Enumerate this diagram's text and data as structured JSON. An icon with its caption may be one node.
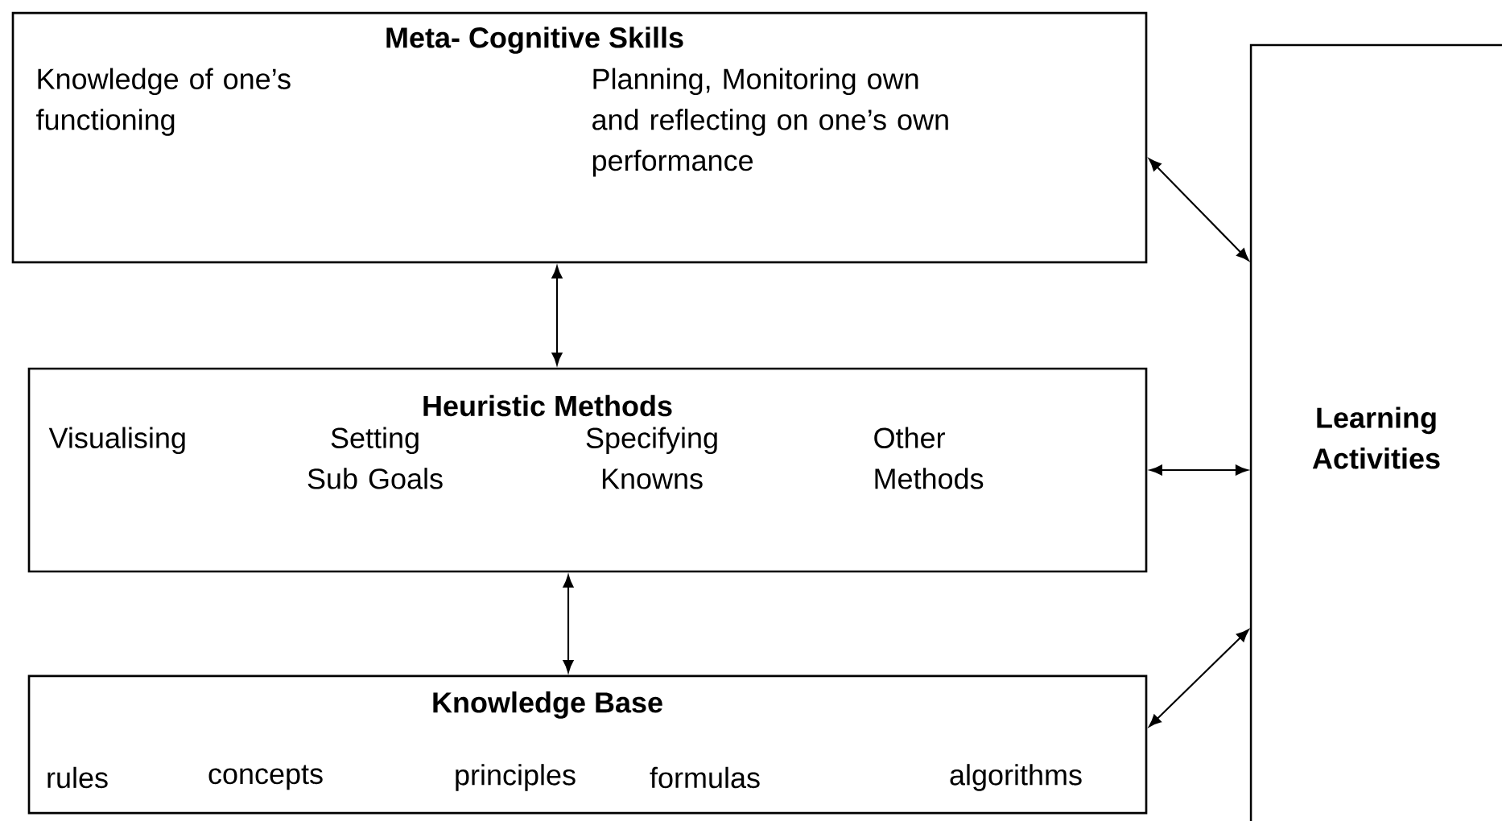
{
  "diagram": {
    "nodes": [
      {
        "text": [
          "Meta- Cognitive Skills",
          "Knowledge of one’s functioning",
          "Planning, Monitoring own and reflecting on one’s own performance"
        ]
      },
      {
        "text": [
          "Heuristic Methods",
          "Visualising",
          "Setting Sub Goals",
          "Specifying Knowns",
          "Other Methods"
        ]
      },
      {
        "text": [
          "Knowledge Base",
          "rules",
          "concepts",
          "principles",
          "formulas",
          "algorithms"
        ]
      },
      {
        "text": [
          "Learning Activities"
        ]
      }
    ],
    "edges": [
      {
        "from": 0,
        "to": 1,
        "arrow": "both"
      },
      {
        "from": 1,
        "to": 2,
        "arrow": "both"
      },
      {
        "from": 0,
        "to": 3,
        "arrow": "both"
      },
      {
        "from": 1,
        "to": 3,
        "arrow": "both"
      },
      {
        "from": 2,
        "to": 3,
        "arrow": "both"
      }
    ]
  }
}
